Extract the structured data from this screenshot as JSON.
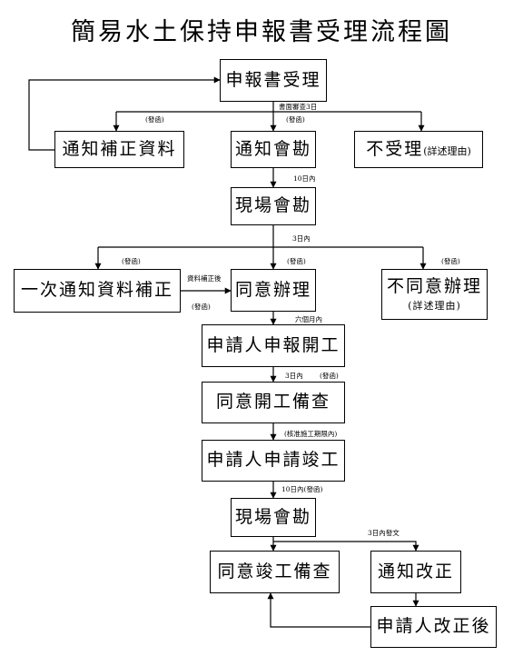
{
  "title": "簡易水土保持申報書受理流程圖",
  "nodes": {
    "receive": "申報書受理",
    "notify_fix": "通知補正資料",
    "notify_inspect": "通知會勘",
    "reject": "不受理",
    "reject_note": "(詳述理由)",
    "site_inspect_1": "現場會勘",
    "one_time_fix": "一次通知資料補正",
    "approve": "同意辦理",
    "disapprove": "不同意辦理",
    "disapprove_note": "(詳述理由)",
    "apply_start": "申請人申報開工",
    "approve_start": "同意開工備查",
    "apply_complete": "申請人申請竣工",
    "site_inspect_2": "現場會勘",
    "approve_complete": "同意竣工備查",
    "notify_correct": "通知改正",
    "applicant_corrected": "申請人改正後"
  },
  "labels": {
    "review_3days": "書面審查3日",
    "issue_1": "(發函)",
    "issue_2": "(發函)",
    "ten_days_1": "10日內",
    "three_days_1": "3日內",
    "issue_3": "(發函)",
    "issue_4": "(發函)",
    "issue_5": "(發函)",
    "after_fix": "資料補正後",
    "issue_6": "(發函)",
    "six_months": "六個月內",
    "three_days_2": "3日內",
    "issue_7": "(發函)",
    "within_period": "(核准施工期限內)",
    "ten_days_issue": "10日內(發函)",
    "three_days_letter": "3日內發文"
  }
}
